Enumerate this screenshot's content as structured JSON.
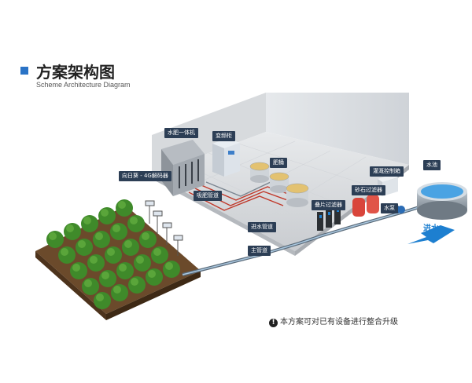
{
  "header": {
    "title": "方案架构图",
    "subtitle": "Scheme Architecture Diagram"
  },
  "labels": {
    "fertigation_unit": "水肥一体机",
    "vfd_cabinet": "变频柜",
    "fertilizer_bucket": "肥桶",
    "water_pool": "水池",
    "irrigation_cabinet": "灌溉控制箱",
    "sand_filter": "砂石过滤器",
    "disc_filter": "叠片过滤器",
    "pump": "水泵",
    "solar_controller": "向日葵 - 4G解码器",
    "fert_suction_pipe": "吸肥管道",
    "inlet_pipe": "进水管道",
    "main_pipe": "主管道",
    "inflow": "进水"
  },
  "note": {
    "icon": "!",
    "text": "本方案可对已有设备进行整合升级"
  },
  "colors": {
    "accent": "#2a73c6",
    "label_bg": "#2c3e55",
    "pipe": "#5b6b7a",
    "fert_pipe": "#c0392b",
    "water": "#1d7fd0"
  }
}
